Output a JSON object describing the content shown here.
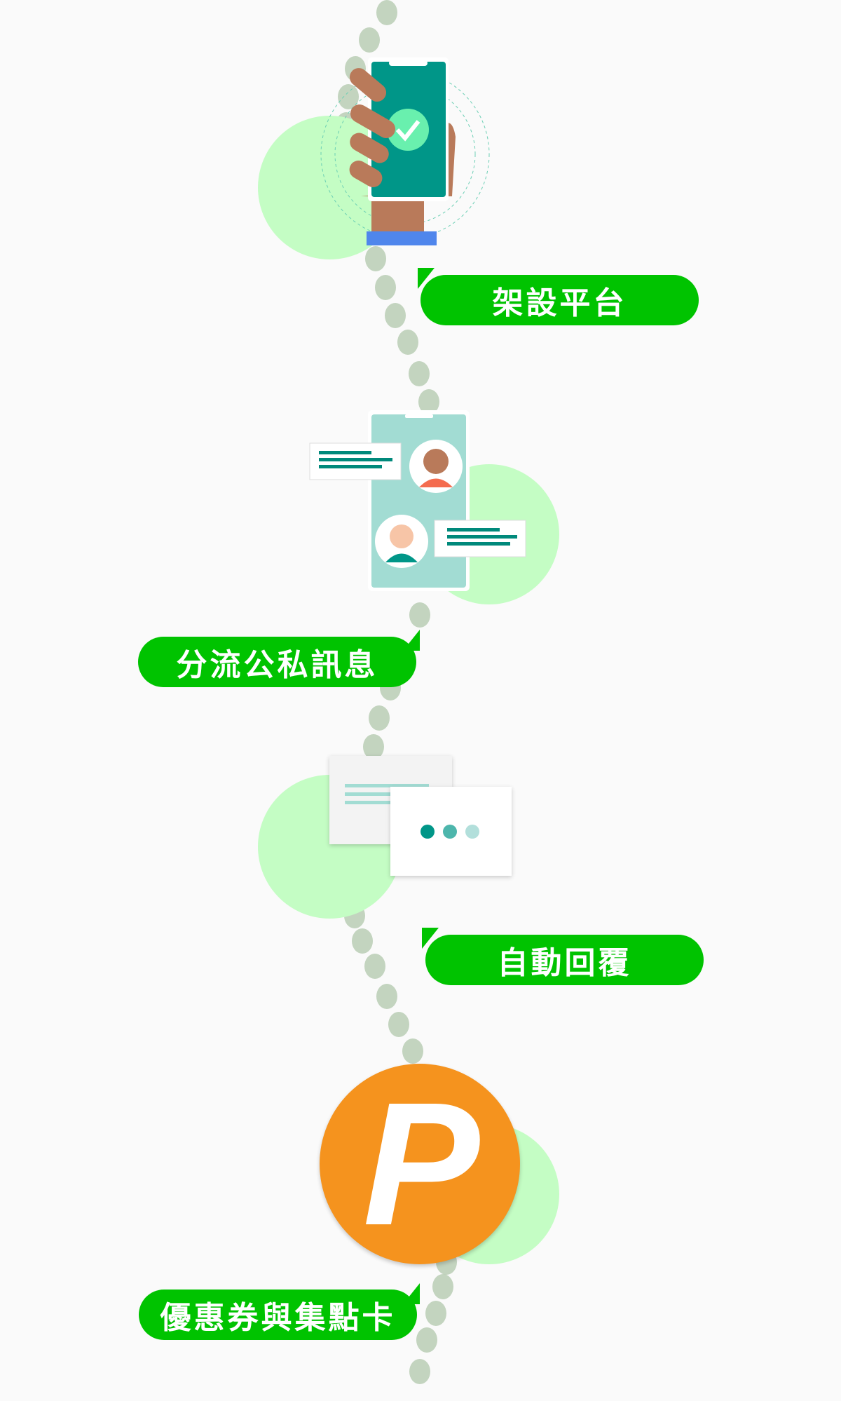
{
  "steps": [
    {
      "label": "架設平台",
      "icon": "phone-check-icon"
    },
    {
      "label": "分流公私訊息",
      "icon": "chat-avatars-icon"
    },
    {
      "label": "自動回覆",
      "icon": "auto-reply-icon"
    },
    {
      "label": "優惠券與集點卡",
      "icon": "points-p-icon",
      "badge_letter": "P"
    }
  ],
  "colors": {
    "accent": "#00c300",
    "blob": "#c4fdc4",
    "teal": "#009688",
    "orange": "#f5931e"
  }
}
